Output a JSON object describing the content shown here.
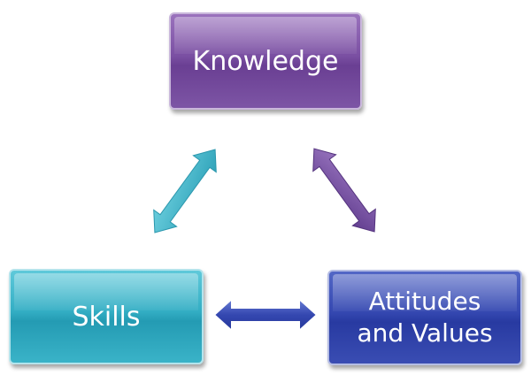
{
  "diagram": {
    "nodes": [
      {
        "id": "knowledge",
        "label": "Knowledge"
      },
      {
        "id": "skills",
        "label": "Skills"
      },
      {
        "id": "attitudes",
        "label": "Attitudes\nand Values"
      }
    ],
    "edges": [
      {
        "from": "knowledge",
        "to": "skills",
        "bidirectional": true,
        "color": "#3fb3c8"
      },
      {
        "from": "knowledge",
        "to": "attitudes",
        "bidirectional": true,
        "color": "#7a52a8"
      },
      {
        "from": "skills",
        "to": "attitudes",
        "bidirectional": true,
        "color": "#3347a8"
      }
    ],
    "colors": {
      "knowledge": "#7a4fa2",
      "skills": "#32adc3",
      "attitudes": "#3447b0"
    }
  }
}
